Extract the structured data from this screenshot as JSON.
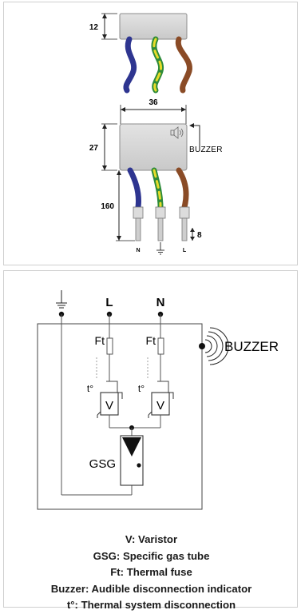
{
  "top": {
    "dim_height_cap": "12",
    "dim_width": "36",
    "dim_height_body": "27",
    "dim_cable_length": "160",
    "dim_terminal": "8",
    "buzzer_label": "BUZZER",
    "terminal_n": "N",
    "terminal_l": "L",
    "colors": {
      "blue": "#2e3590",
      "green": "#2e8b3a",
      "yellow": "#e6dc2a",
      "brown": "#8a4b26"
    }
  },
  "schematic": {
    "label_l": "L",
    "label_n": "N",
    "label_ft_left": "Ft",
    "label_ft_right": "Ft",
    "label_to_left": "t°",
    "label_to_right": "t°",
    "label_v_left": "V",
    "label_v_right": "V",
    "label_gsg": "GSG",
    "buzzer_label": "BUZZER"
  },
  "legend": [
    "V: Varistor",
    "GSG: Specific gas tube",
    "Ft: Thermal fuse",
    "Buzzer: Audible disconnection indicator",
    "t°: Thermal system disconnection"
  ]
}
